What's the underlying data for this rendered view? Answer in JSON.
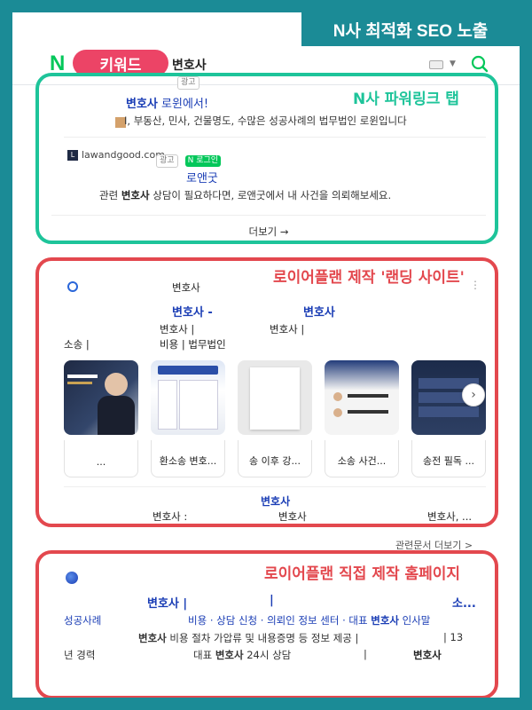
{
  "banner": "N사 최적화 SEO 노출",
  "search": {
    "logo": "N",
    "keyword_pill": "키워드",
    "query": "변호사"
  },
  "sections": {
    "powerlink_label": "N사 파워링크 탭",
    "landing_label": "로이어플랜 제작 '랜딩 사이트'",
    "homepage_label": "로이어플랜 직접 제작 홈페이지"
  },
  "powerlink": {
    "ad1": {
      "ad_badge": "광고",
      "title_bold": "변호사",
      "title_rest": " 로윈에서!",
      "desc": "I, 부동산, 민사, 건물명도, 수많은 성공사례의 법무법인 로윈입니다"
    },
    "ad2": {
      "url": "lawandgood.com",
      "ad_badge": "광고",
      "login_badge": "N 로그인",
      "title": "로앤굿",
      "desc_pre": "관련 ",
      "desc_bold": "변호사",
      "desc_post": " 상담이 필요하다면, 로앤굿에서 내 사건을 의뢰해보세요."
    },
    "more": "더보기 →"
  },
  "landing": {
    "site_name": "변호사",
    "title_a": "변호사 -",
    "title_b": "변호사",
    "line1_a": "변호사 |",
    "line1_b": "변호사 |",
    "line2_a": "소송 |",
    "line2_b": "비용 | 법무법인",
    "thumbnails": [
      {
        "caption": "...",
        "icon": "lawyer-profile-image"
      },
      {
        "caption": "환소송 변호...",
        "icon": "fee-chart-image"
      },
      {
        "caption": "송 이후 강...",
        "icon": "document-image"
      },
      {
        "caption": "소송 사건...",
        "icon": "consult-flow-image"
      },
      {
        "caption": "송전 필독 ...",
        "icon": "checklist-image"
      }
    ],
    "sub_title": "변호사",
    "sub_line_a": "변호사 :",
    "sub_line_b": "변호사",
    "sub_line_c": "변호사, ...",
    "related_more": "관련문서 더보기 >"
  },
  "homepage": {
    "title_a": "변호사 |",
    "title_b": "|",
    "title_c": "소...",
    "links": [
      "성공사례",
      "비용 · 상담 신청 · 의뢰인 정보 센터 · 대표 ",
      "변호사",
      " 인사말"
    ],
    "desc1_bold": "변호사",
    "desc1_rest": " 비용 절차 가압류 및 내용증명 등 정보 제공 |",
    "desc1_end": "| 13",
    "desc2_a": "년 경력",
    "desc2_b_pre": "대표 ",
    "desc2_b_bold": "변호사",
    "desc2_b_post": " 24시 상담",
    "desc2_c": "|",
    "desc2_d": "변호사"
  },
  "colors": {
    "background": "#1b8b96",
    "powerlink_border": "#1ec49a",
    "section_border": "#e3484e",
    "pill": "#ec4466",
    "link_blue": "#1a3db5",
    "naver_green": "#03c75a"
  }
}
